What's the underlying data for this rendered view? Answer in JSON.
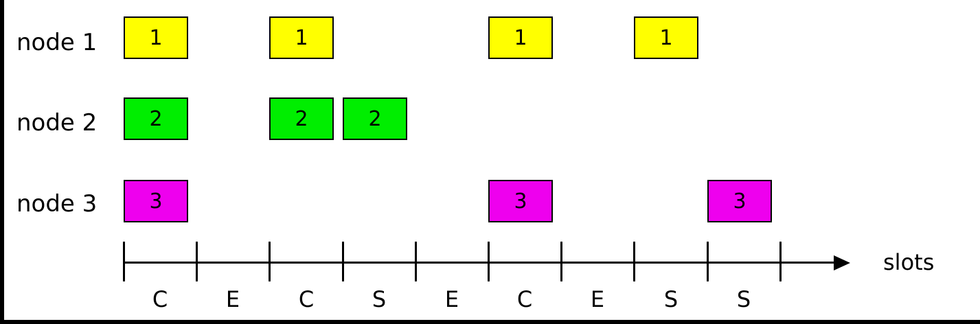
{
  "diagram": {
    "nodes": [
      {
        "label": "node 1",
        "number": "1",
        "color": "#ffff00",
        "slots": [
          0,
          2,
          5,
          7
        ]
      },
      {
        "label": "node 2",
        "number": "2",
        "color": "#00ee00",
        "slots": [
          0,
          2,
          3
        ]
      },
      {
        "label": "node 3",
        "number": "3",
        "color": "#ee00ee",
        "slots": [
          0,
          5,
          8
        ]
      }
    ],
    "slot_labels": [
      "C",
      "E",
      "C",
      "S",
      "E",
      "C",
      "E",
      "S",
      "S"
    ],
    "axis_label": "slots"
  }
}
